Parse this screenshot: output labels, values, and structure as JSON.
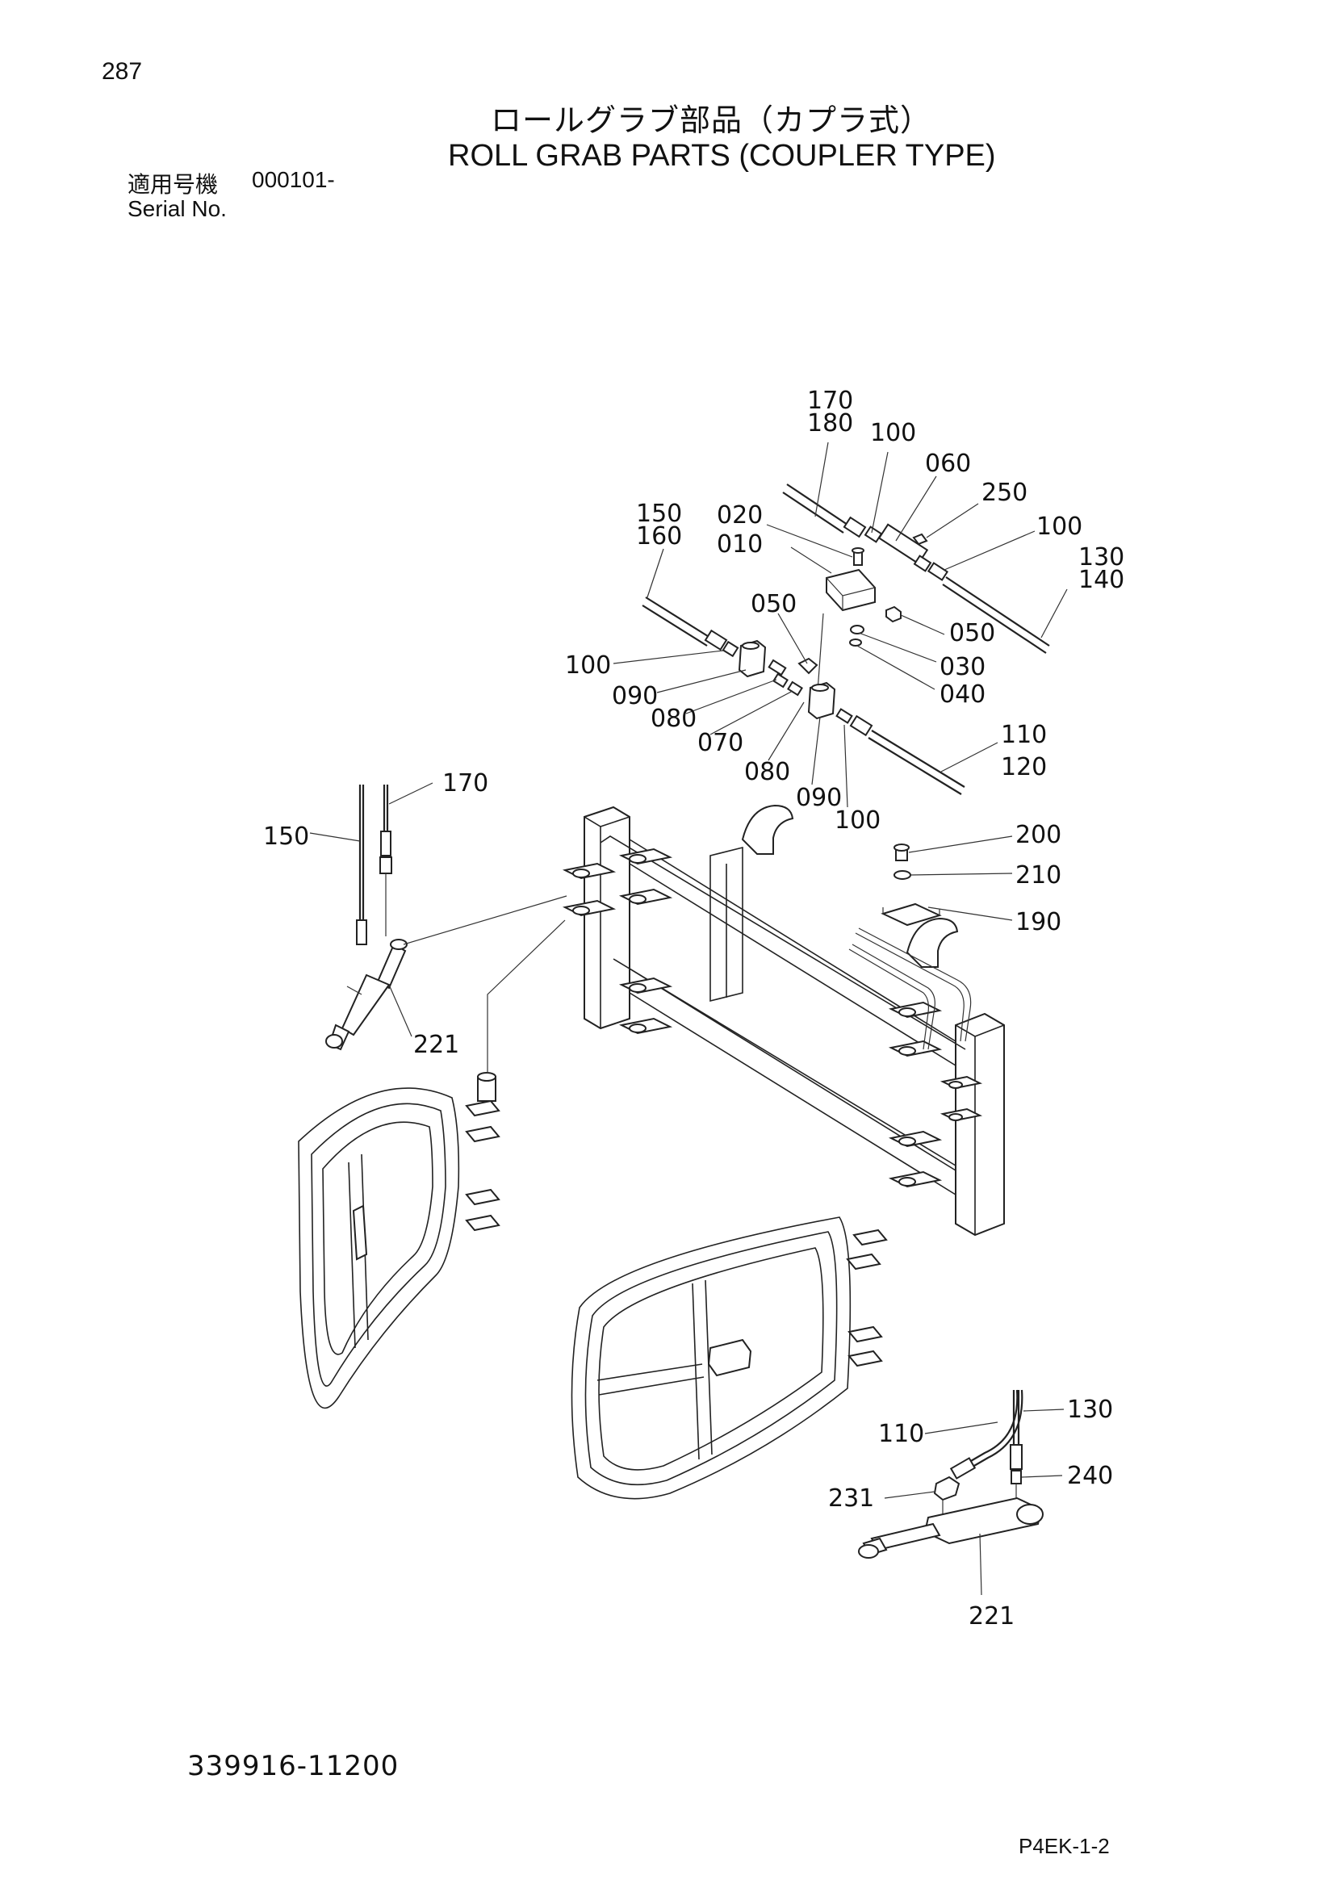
{
  "header": {
    "page_number": "287",
    "title_jp": "ロールグラブ部品（カプラ式）",
    "title_en": "ROLL GRAB PARTS (COUPLER TYPE)",
    "serial_label_jp": "適用号機",
    "serial_value": "000101-",
    "serial_label_en": "Serial No."
  },
  "callouts": {
    "c170a": "170",
    "c180": "180",
    "c100a": "100",
    "c060": "060",
    "c250": "250",
    "c100b": "100",
    "c130a": "130",
    "c140": "140",
    "c150a": "150",
    "c160": "160",
    "c020": "020",
    "c010": "010",
    "c050a": "050",
    "c050b": "050",
    "c030": "030",
    "c040": "040",
    "c100c": "100",
    "c090a": "090",
    "c080a": "080",
    "c070": "070",
    "c080b": "080",
    "c090b": "090",
    "c100d": "100",
    "c110a": "110",
    "c120": "120",
    "c170b": "170",
    "c150b": "150",
    "c221a": "221",
    "c200": "200",
    "c210": "210",
    "c190": "190",
    "c110b": "110",
    "c130b": "130",
    "c231": "231",
    "c240": "240",
    "c221b": "221"
  },
  "footer": {
    "drawing_number": "339916-11200",
    "page_code": "P4EK-1-2"
  }
}
